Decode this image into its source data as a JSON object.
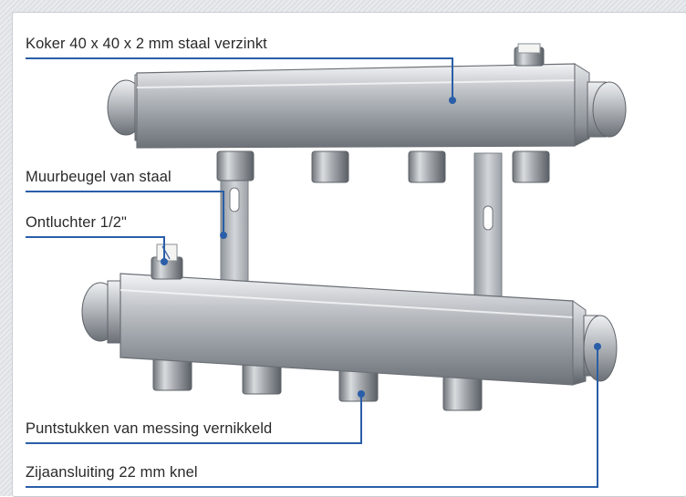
{
  "labels": {
    "koker": "Koker 40 x 40 x 2 mm staal verzinkt",
    "muurbeugel": "Muurbeugel van staal",
    "ontluchter": "Ontluchter 1/2\"",
    "puntstukken": "Puntstukken van messing vernikkeld",
    "zijaansluiting": "Zijaansluiting 22 mm knel"
  },
  "colors": {
    "leader_line": "#2a5ea8",
    "text": "#2a2a2a"
  }
}
